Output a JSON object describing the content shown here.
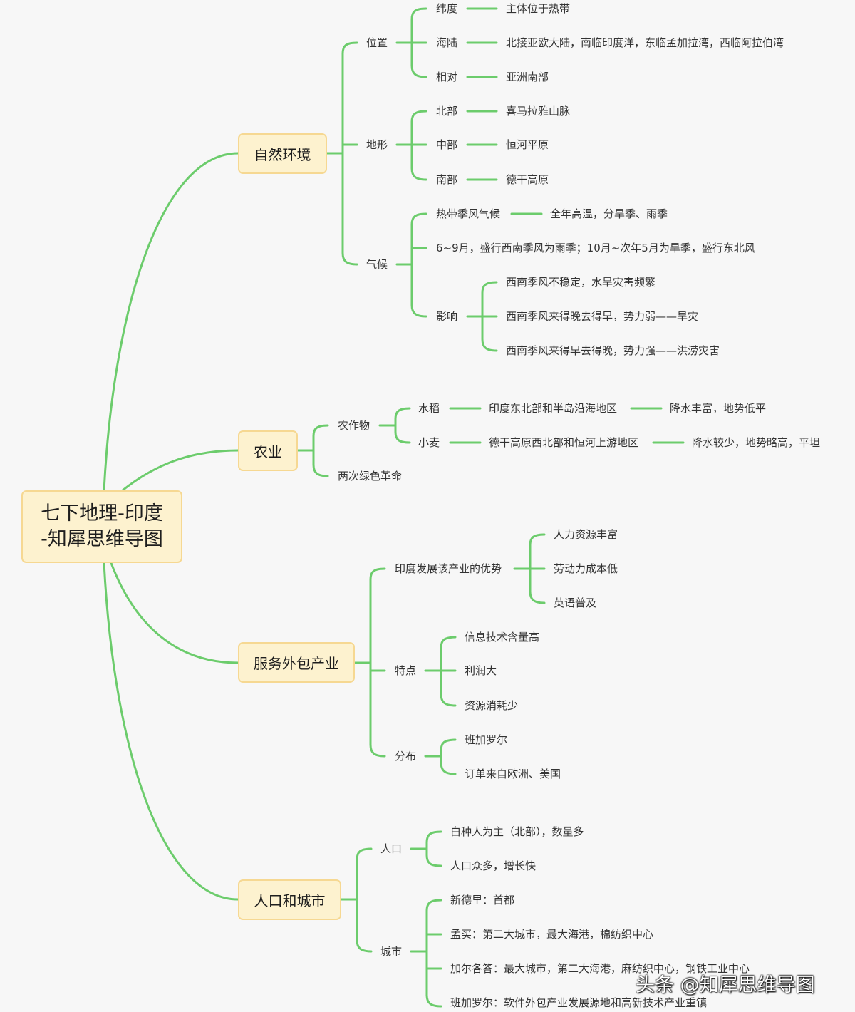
{
  "root": {
    "line1": "七下地理-印度",
    "line2": "-知犀思维导图"
  },
  "branches": {
    "nature": {
      "label": "自然环境",
      "location": {
        "label": "位置",
        "latitude": {
          "label": "纬度",
          "value": "主体位于热带"
        },
        "sea_land": {
          "label": "海陆",
          "value": "北接亚欧大陆，南临印度洋，东临孟加拉湾，西临阿拉伯湾"
        },
        "relative": {
          "label": "相对",
          "value": "亚洲南部"
        }
      },
      "terrain": {
        "label": "地形",
        "north": {
          "label": "北部",
          "value": "喜马拉雅山脉"
        },
        "middle": {
          "label": "中部",
          "value": "恒河平原"
        },
        "south": {
          "label": "南部",
          "value": "德干高原"
        }
      },
      "climate": {
        "label": "气候",
        "type": {
          "label": "热带季风气候",
          "value": "全年高温，分旱季、雨季"
        },
        "seasons": "6~9月，盛行西南季风为雨季；10月~次年5月为旱季，盛行东北风",
        "impact": {
          "label": "影响",
          "items": [
            "西南季风不稳定，水旱灾害频繁",
            "西南季风来得晚去得早，势力弱——旱灾",
            "西南季风来得早去得晚，势力强——洪涝灾害"
          ]
        }
      }
    },
    "agriculture": {
      "label": "农业",
      "crops": {
        "label": "农作物",
        "rice": {
          "label": "水稻",
          "area": "印度东北部和半岛沿海地区",
          "condition": "降水丰富，地势低平"
        },
        "wheat": {
          "label": "小麦",
          "area": "德干高原西北部和恒河上游地区",
          "condition": "降水较少，地势略高，平坦"
        }
      },
      "green_revolution": "两次绿色革命"
    },
    "service": {
      "label": "服务外包产业",
      "advantages": {
        "label": "印度发展该产业的优势",
        "items": [
          "人力资源丰富",
          "劳动力成本低",
          "英语普及"
        ]
      },
      "features": {
        "label": "特点",
        "items": [
          "信息技术含量高",
          "利润大",
          "资源消耗少"
        ]
      },
      "distribution": {
        "label": "分布",
        "items": [
          "班加罗尔",
          "订单来自欧洲、美国"
        ]
      }
    },
    "population": {
      "label": "人口和城市",
      "people": {
        "label": "人口",
        "items": [
          "白种人为主（北部），数量多",
          "人口众多，增长快"
        ]
      },
      "cities": {
        "label": "城市",
        "items": [
          "新德里：首都",
          "孟买：第二大城市，最大海港，棉纺织中心",
          "加尔各答：最大城市，第二大海港，麻纺织中心，钢铁工业中心",
          "班加罗尔：软件外包产业发展源地和高新技术产业重镇"
        ]
      }
    }
  },
  "watermark": "头条 @知犀思维导图",
  "colors": {
    "line": "#6ccc6c",
    "node_fill": "#fdf2cf",
    "node_border": "#f6d892"
  }
}
